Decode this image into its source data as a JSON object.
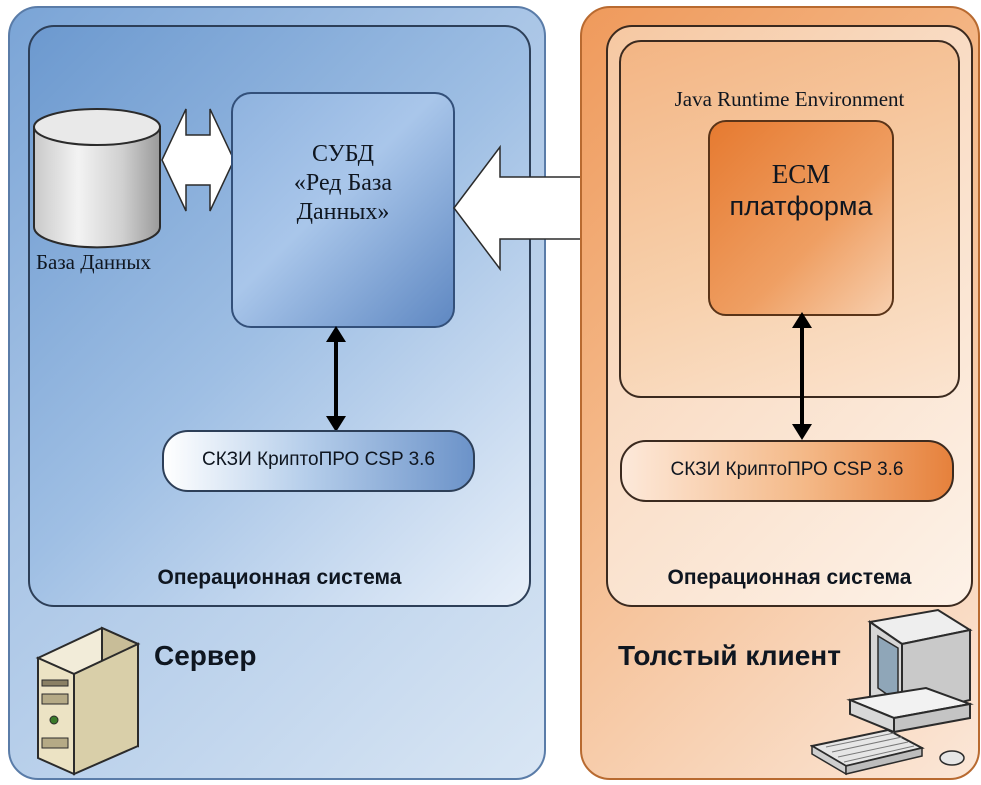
{
  "server": {
    "os_label": "Операционная система",
    "db_label": "База Данных",
    "dbms_line1": "СУБД",
    "dbms_line2": "«Ред База",
    "dbms_line3": "Данных»",
    "crypto_label": "СКЗИ КриптоПРО CSP 3.6",
    "title": "Сервер",
    "icon": "server-tower-icon"
  },
  "client": {
    "os_label": "Операционная система",
    "jre_label": "Java Runtime Environment",
    "ecm_line1": "ECM",
    "ecm_line2": "платформа",
    "crypto_label": "СКЗИ КриптоПРО CSP 3.6",
    "title": "Толстый клиент",
    "icon": "desktop-computer-icon"
  },
  "colors": {
    "server_accent": "#7aa4d6",
    "client_accent": "#ef9a5c",
    "arrow_fill": "#ffffff",
    "outline": "#1f2a36"
  }
}
